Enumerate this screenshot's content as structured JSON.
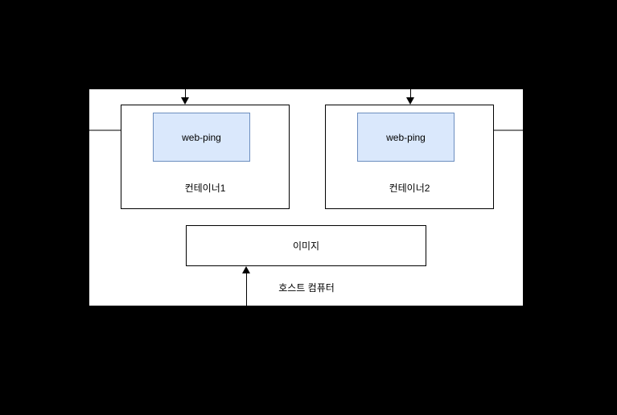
{
  "colors": {
    "background": "#000000",
    "canvas": "#ffffff",
    "box_border": "#000000",
    "app_box_fill": "#dae8fc",
    "app_box_border": "#6c8ebf",
    "side_connector": "#808080",
    "arrow": "#000000",
    "text": "#000000"
  },
  "containers": [
    {
      "label": "컨테이너1",
      "app": "web-ping"
    },
    {
      "label": "컨테이너2",
      "app": "web-ping"
    }
  ],
  "image_box": {
    "label": "이미지"
  },
  "host": {
    "label": "호스트 컴퓨터"
  }
}
